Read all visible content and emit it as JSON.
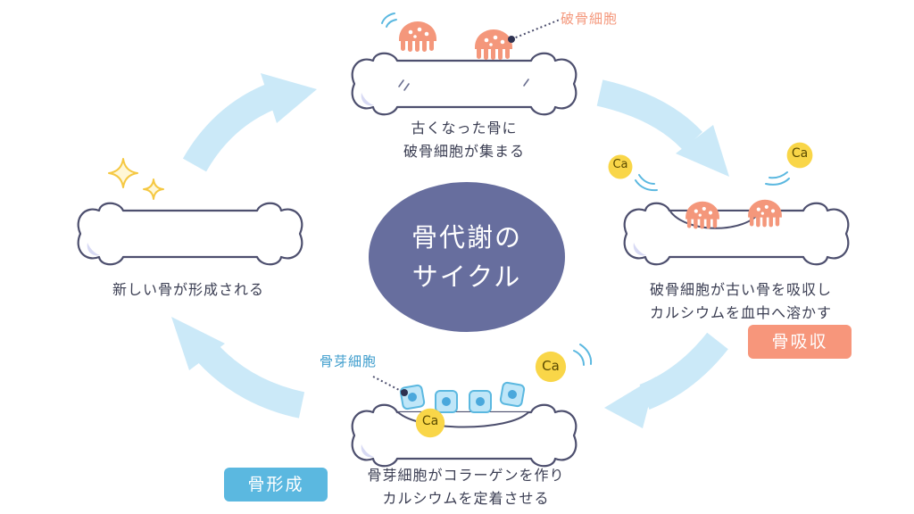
{
  "center": {
    "line1": "骨代謝の",
    "line2": "サイクル"
  },
  "steps": {
    "top": {
      "line1": "古くなった骨に",
      "line2": "破骨細胞が集まる"
    },
    "right": {
      "line1": "破骨細胞が古い骨を吸収し",
      "line2": "カルシウムを血中へ溶かす"
    },
    "bottom": {
      "line1": "骨芽細胞がコラーゲンを作り",
      "line2": "カルシウムを定着させる"
    },
    "left": {
      "line1": "新しい骨が形成される"
    }
  },
  "labels": {
    "osteoclast": "破骨細胞",
    "osteoblast": "骨芽細胞"
  },
  "badges": {
    "resorption": "骨吸収",
    "formation": "骨形成"
  },
  "calcium": {
    "symbol": "Ca"
  },
  "colors": {
    "arrow": "#cbe9f8",
    "bone_outline": "#4d4f6e",
    "bone_fill": "#ffffff",
    "center_circle": "#676e9e",
    "osteoclast": "#f4977b",
    "osteoblast_cell": "#bfe6f8",
    "calcium": "#f9d648",
    "resorption_badge": "#f7967b",
    "formation_badge": "#5bb8e0",
    "sparkle": "#f5c842"
  }
}
